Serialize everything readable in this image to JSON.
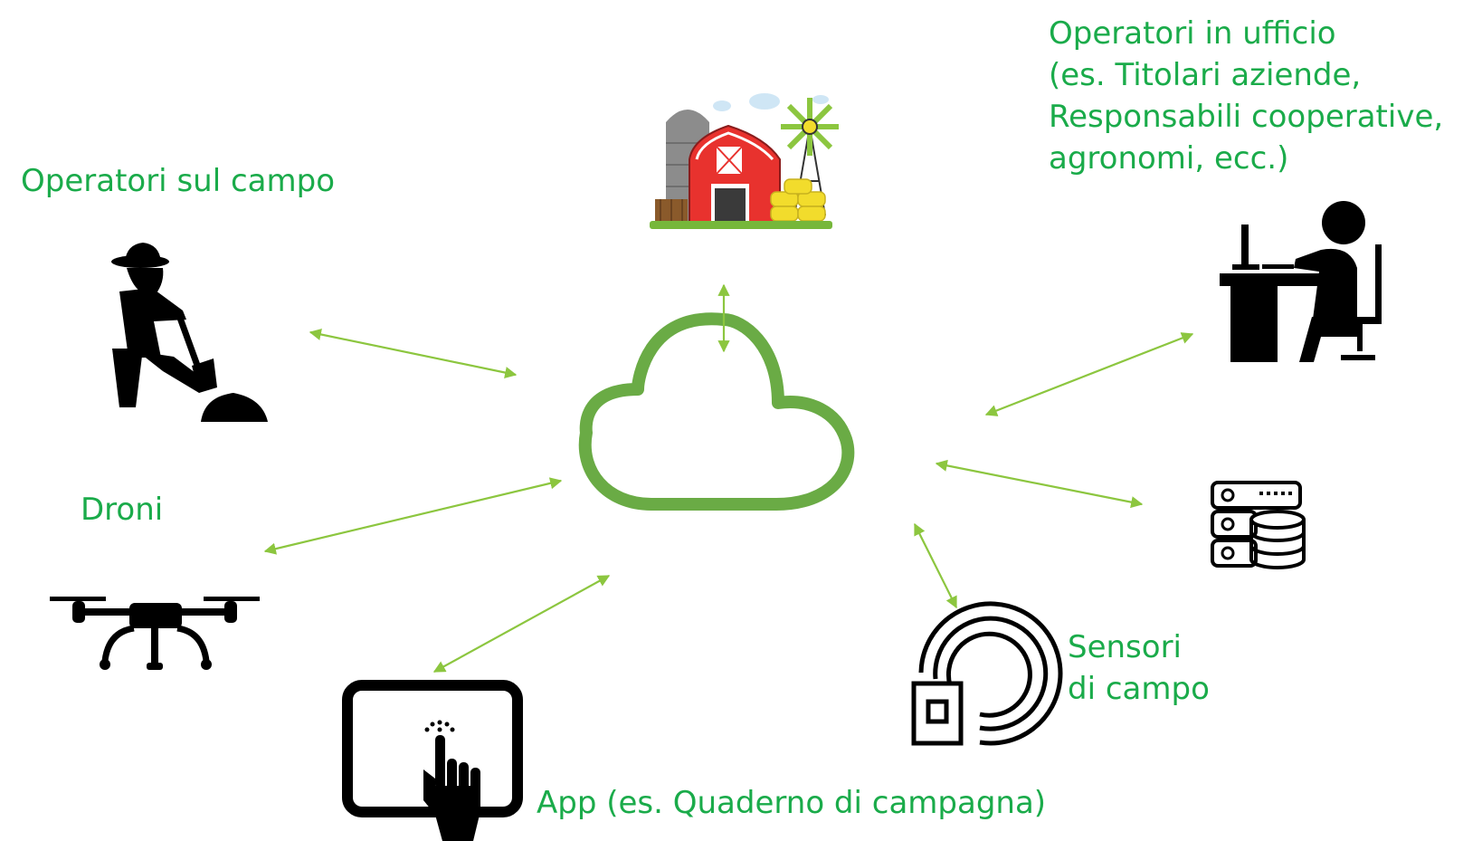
{
  "labels": {
    "field_operators": [
      "Operatori sul campo"
    ],
    "office_operators": [
      "Operatori in ufficio",
      "(es. Titolari aziende,",
      "Responsabili cooperative,",
      "agronomi, ecc.)"
    ],
    "drones": [
      "Droni"
    ],
    "field_sensors": [
      "Sensori",
      "di campo"
    ],
    "app": [
      "App (es. Quaderno di campagna)"
    ]
  },
  "colors": {
    "label_text": "#1aab4a",
    "cloud_stroke": "#6aab45",
    "arrow": "#8cc63f",
    "icon": "#000000",
    "barn_red": "#e8322e",
    "silo_gray": "#8c8c8c",
    "hay_yellow": "#f2dc2c",
    "grass_green": "#76b73a",
    "windmill_green": "#8cc63f"
  },
  "icons": [
    "farm-icon",
    "farmer-digging-icon",
    "office-worker-icon",
    "drone-icon",
    "database-server-icon",
    "sensor-icon",
    "tablet-touch-icon",
    "cloud-icon"
  ]
}
